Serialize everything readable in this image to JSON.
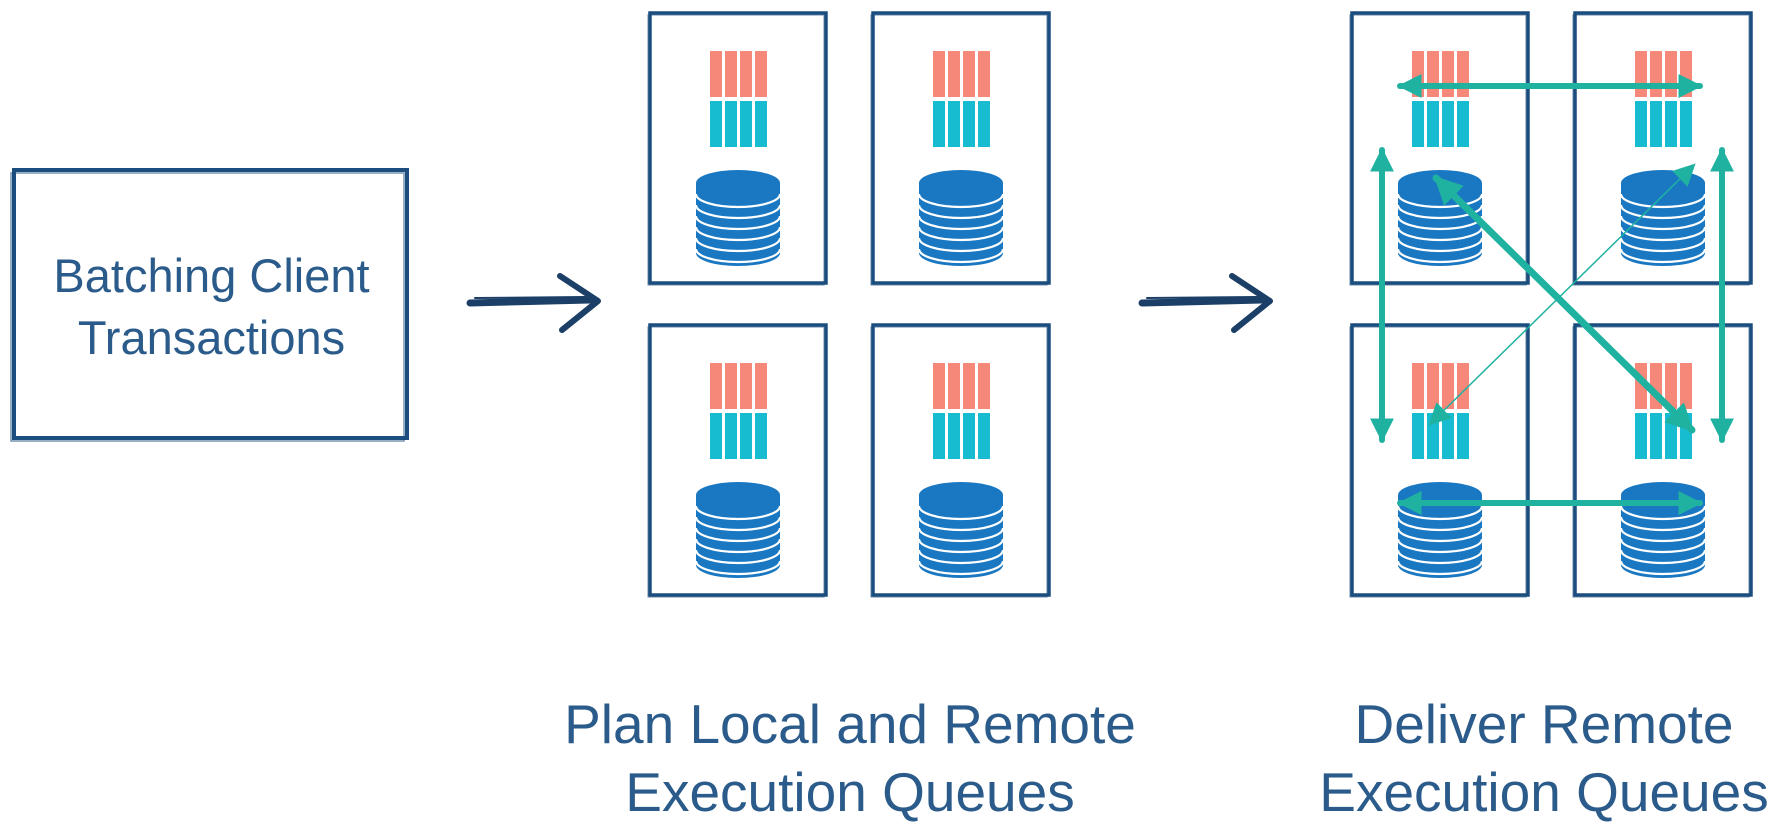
{
  "client": {
    "label_line1": "Batching Client",
    "label_line2": "Transactions"
  },
  "plan": {
    "caption_line1": "Plan Local and Remote",
    "caption_line2": "Execution Queues"
  },
  "deliver": {
    "caption_line1": "Deliver Remote",
    "caption_line2": "Execution Queues"
  },
  "colors": {
    "box_border": "#1b4d7e",
    "queue_remote": "#f58878",
    "queue_local": "#17bcd0",
    "database": "#1a78c2",
    "arrow": "#20b2a0",
    "text": "#2b5b8a",
    "flow_arrow": "#1b3f66"
  }
}
